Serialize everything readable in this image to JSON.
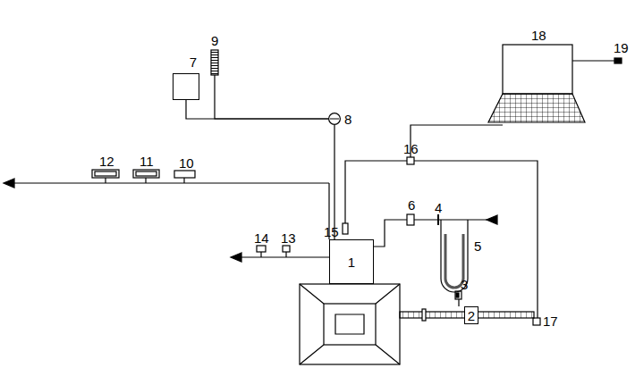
{
  "diagram": {
    "nodes": [
      {
        "text": [
          "7"
        ]
      },
      {
        "text": [
          "8"
        ]
      },
      {
        "text": [
          "1"
        ]
      },
      {
        "text": [
          "2"
        ]
      }
    ],
    "edges": [
      {
        "from": 0,
        "to": 1,
        "arrow": "none"
      },
      {
        "from": 1,
        "to": 2,
        "arrow": "none"
      }
    ],
    "labels": [
      "12",
      "11",
      "10",
      "14",
      "13",
      "15",
      "16",
      "17",
      "18",
      "19",
      "9",
      "6",
      "4",
      "5",
      "3"
    ]
  }
}
